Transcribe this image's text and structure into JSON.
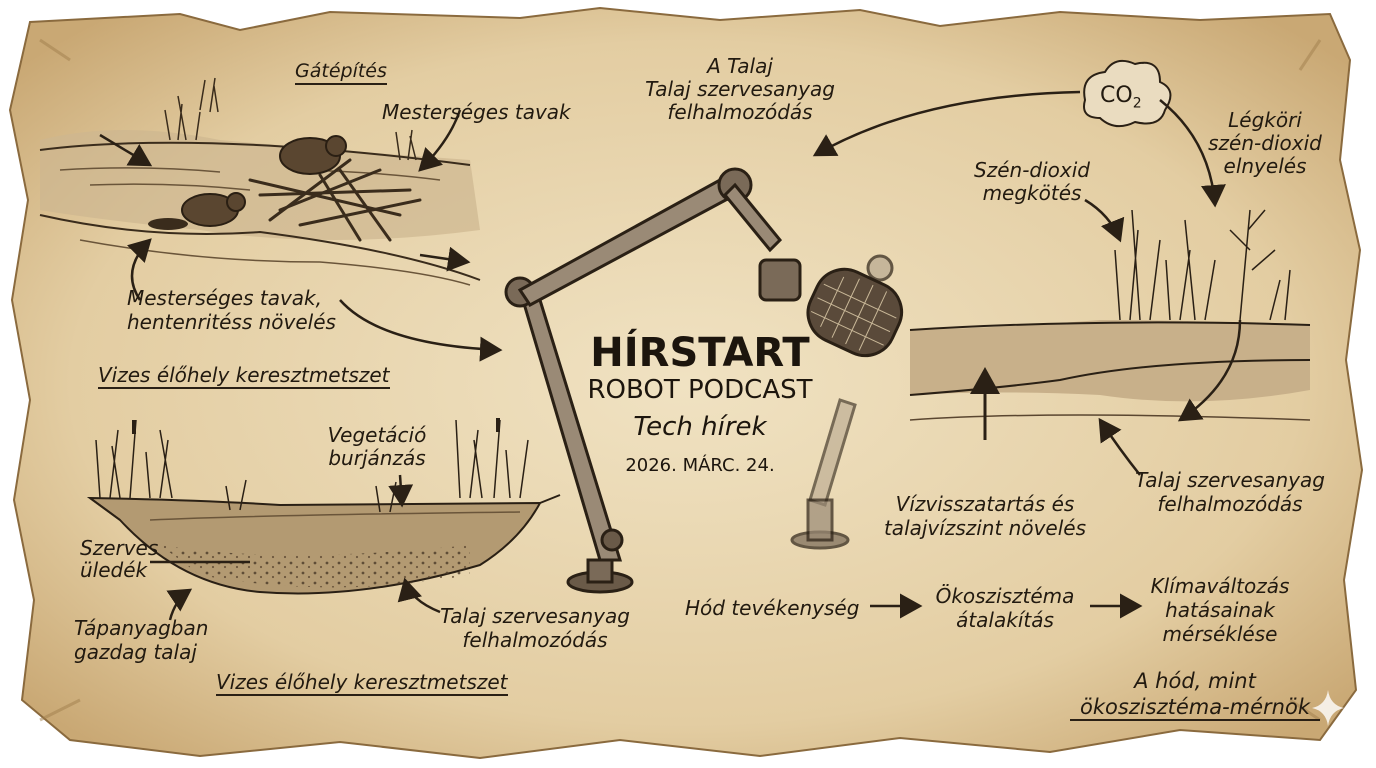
{
  "center": {
    "title": "HÍRSTART",
    "subtitle": "ROBOT PODCAST",
    "tagline": "Tech hírek",
    "date": "2026. MÁRC. 24."
  },
  "labels": {
    "gatepites": "Gátépítés",
    "mesterseges_tavak": "Mesterséges tavak",
    "tavak_novelese_1": "Mesterséges tavak,",
    "tavak_novelese_2": "hentenritéss növelés",
    "vizes_top": "Vizes élőhely keresztmetszet",
    "vegetacio_1": "Vegetáció",
    "vegetacio_2": "burjánzás",
    "szerves_1": "Szerves",
    "szerves_2": "üledék",
    "tapanyag_1": "Tápanyagban",
    "tapanyag_2": "gazdag talaj",
    "talaj_left_1": "Talaj szervesanyag",
    "talaj_left_2": "felhalmozódás",
    "vizes_bottom": "Vizes élőhely keresztmetszet",
    "a_talaj_1": "A Talaj",
    "a_talaj_2": "Talaj szervesanyag",
    "a_talaj_3": "felhalmozódás",
    "co2": "CO",
    "co2_sub": "2",
    "legkori_1": "Légköri",
    "legkori_2": "szén-dioxid",
    "legkori_3": "elnyelés",
    "szen_1": "Szén-dioxid",
    "szen_2": "megkötés",
    "talaj_right_1": "Talaj szervesanyag",
    "talaj_right_2": "felhalmozódás",
    "vizvissza_1": "Vízvisszatartás és",
    "vizvissza_2": "talajvízszint növelés",
    "flow_1": "Hód tevékenység",
    "flow_2a": "Ökoszisztéma",
    "flow_2b": "átalakítás",
    "flow_3a": "Klímaváltozás",
    "flow_3b": "hatásainak",
    "flow_3c": "mérséklése",
    "hod_1": "A hód, mint",
    "hod_2": "ökoszisztéma-mérnök"
  },
  "colors": {
    "paper": "#e7d4ae",
    "ink": "#221a10",
    "water": "#bfae8c"
  }
}
